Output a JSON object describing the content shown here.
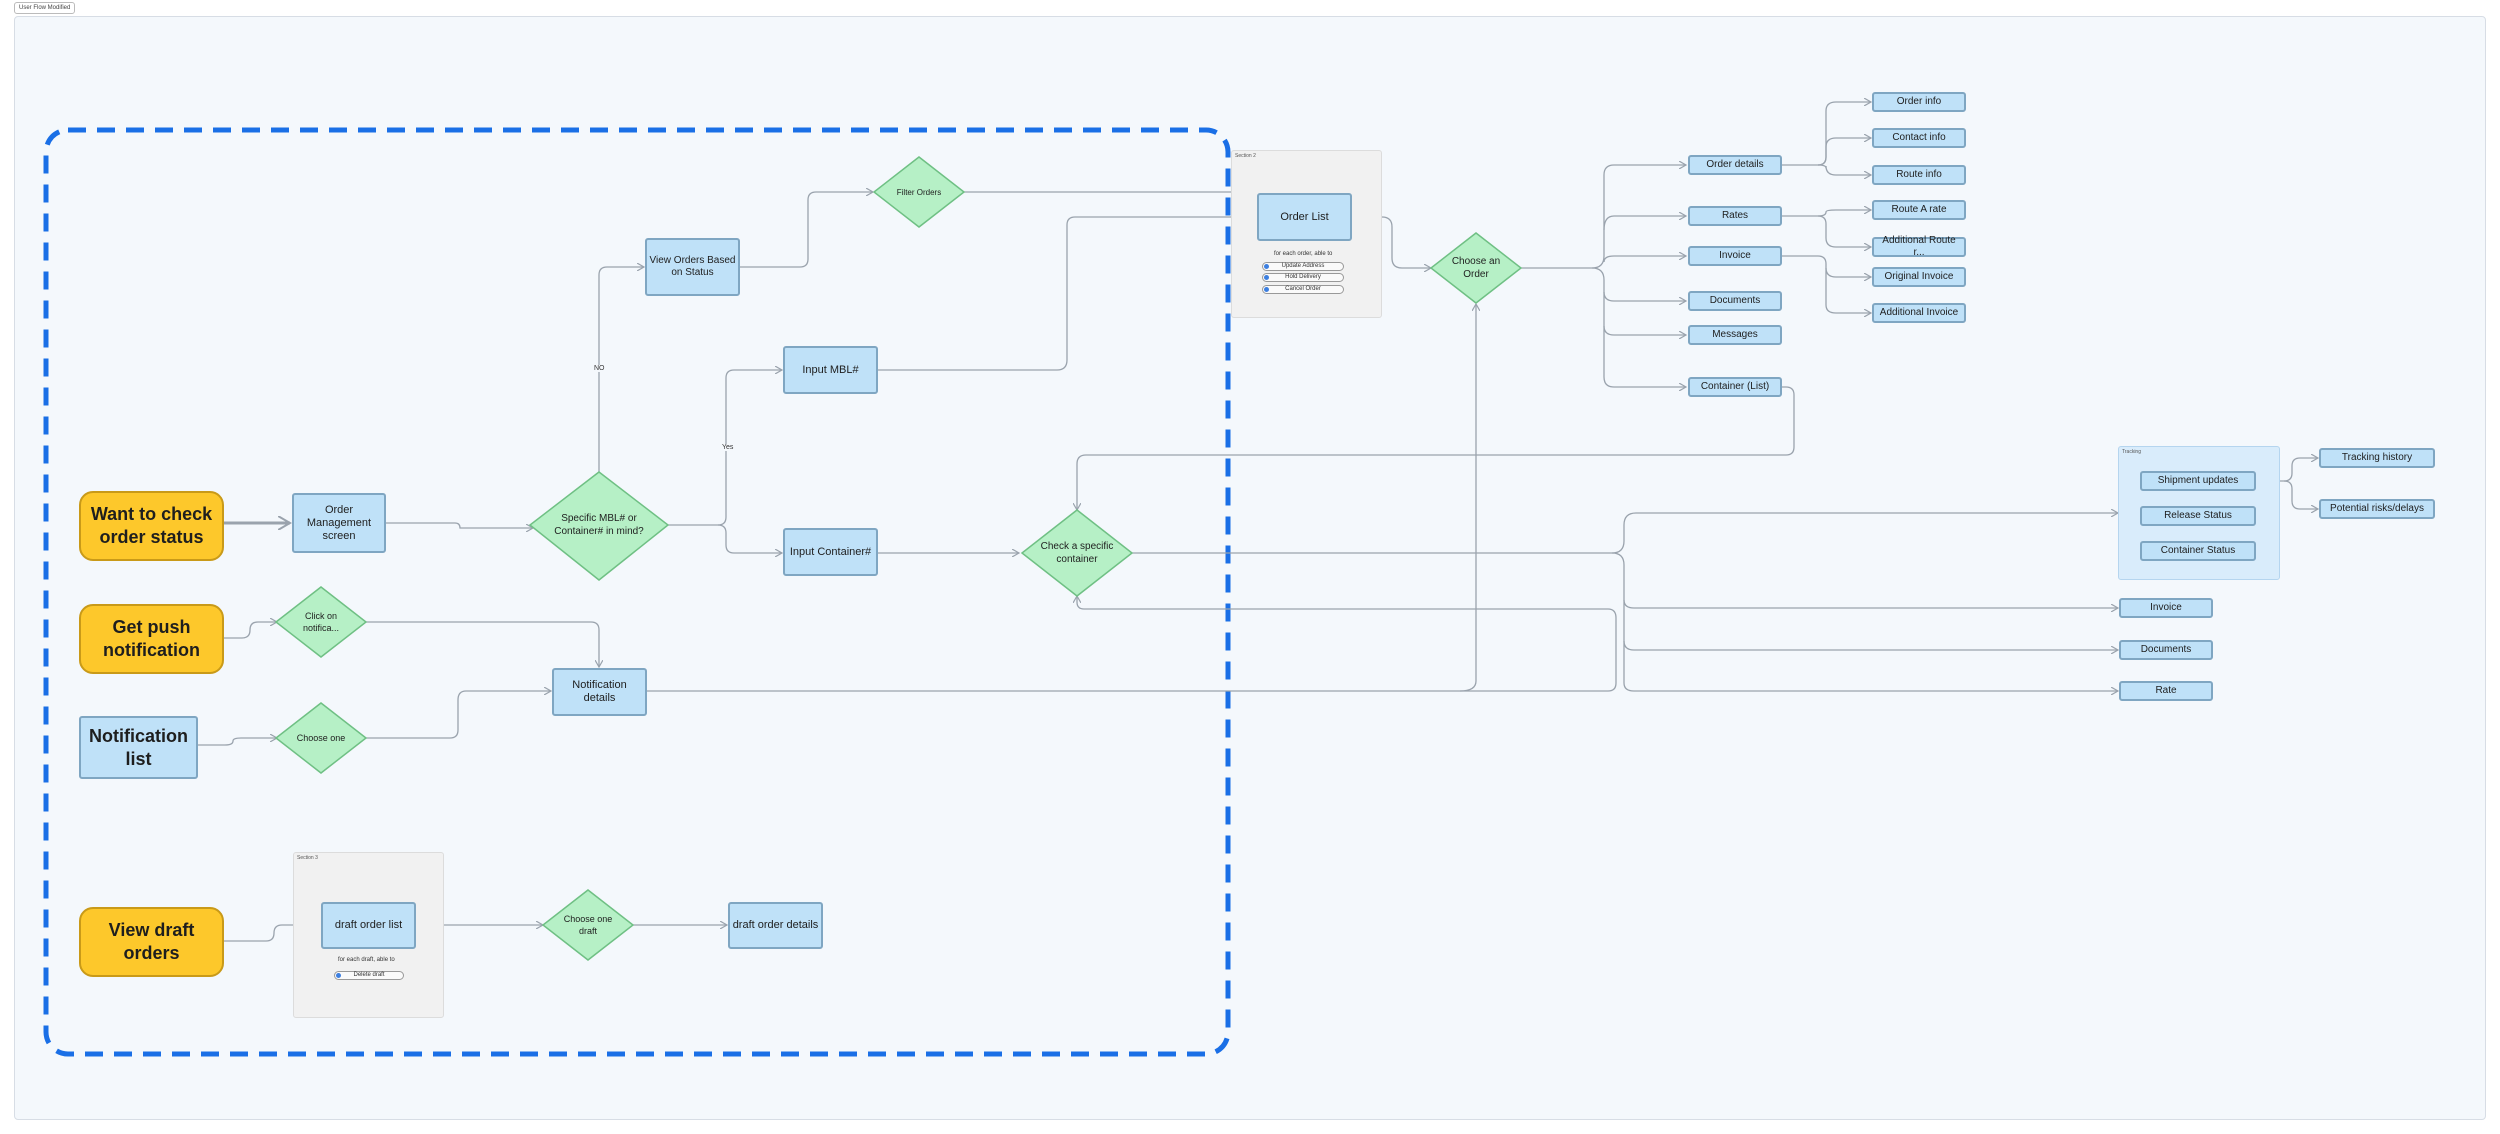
{
  "frame": {
    "title": "User Flow Modified"
  },
  "colors": {
    "start": "#fdc82b",
    "process": "#bfe1f8",
    "decision": "#b6f0c6",
    "dashed_border": "#1a6fe6",
    "connector": "#9aa3ad"
  },
  "start_nodes": {
    "check_status": "Want to check order status",
    "push_notification": "Get push notification",
    "notification_list": "Notification list",
    "view_draft": "View draft orders"
  },
  "process_nodes": {
    "order_management": "Order Management screen",
    "view_orders_status": "View Orders Based on Status",
    "input_mbl": "Input MBL#",
    "input_container": "Input Container#",
    "notification_details": "Notification details",
    "order_list": "Order List",
    "draft_order_list": "draft order list",
    "draft_order_details": "draft order details"
  },
  "decision_nodes": {
    "specific_mbl": "Specific MBL# or Container# in mind?",
    "filter_orders": "Filter Orders",
    "click_notification": "Click on notifica...",
    "choose_one": "Choose one",
    "check_container": "Check a specific container",
    "choose_order": "Choose an Order",
    "choose_draft": "Choose one draft"
  },
  "edge_labels": {
    "no": "NO",
    "yes": "Yes"
  },
  "section_order": {
    "label": "Section 2",
    "note": "for each order, able to",
    "actions": [
      "Update Address",
      "Hold Delivery",
      "Cancel Order"
    ]
  },
  "section_draft": {
    "label": "Section 3",
    "note": "for each draft, able to",
    "actions": [
      "Delete draft"
    ]
  },
  "order_branches": {
    "order_details": "Order details",
    "rates": "Rates",
    "invoice": "Invoice",
    "documents": "Documents",
    "messages": "Messages",
    "container_list": "Container (List)"
  },
  "order_leaves": {
    "order_info": "Order info",
    "contact_info": "Contact info",
    "route_info": "Route info",
    "route_a_rate": "Route A rate",
    "additional_route": "Additional Route r...",
    "original_invoice": "Original Invoice",
    "additional_invoice": "Additional Invoice"
  },
  "tracking": {
    "label": "Tracking",
    "items": [
      "Shipment updates",
      "Release Status",
      "Container Status"
    ],
    "history": "Tracking history",
    "risks": "Potential risks/delays"
  },
  "container_branches": {
    "invoice": "Invoice",
    "documents": "Documents",
    "rate": "Rate"
  }
}
